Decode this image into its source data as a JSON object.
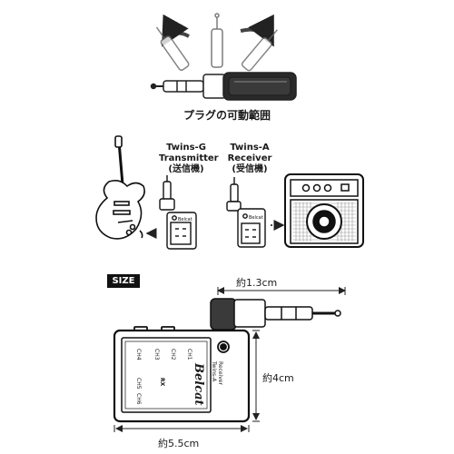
{
  "plug_range": {
    "caption": "プラグの可動範囲"
  },
  "connection": {
    "transmitter": {
      "model": "Twins-G",
      "type": "Transmitter",
      "note": "(送信機)"
    },
    "receiver": {
      "model": "Twins-A",
      "type": "Receiver",
      "note": "(受信機)"
    }
  },
  "size": {
    "badge": "SIZE",
    "plug_width": "約1.3cm",
    "height": "約4cm",
    "width": "約5.5cm"
  },
  "device_face": {
    "brand": "Belcat",
    "model_line1": "Receiver",
    "model_line2": "Twins-A",
    "channels": [
      "CH1",
      "CH2",
      "CH3",
      "CH4",
      "CH5",
      "CH6"
    ],
    "rx_label": "RX"
  }
}
